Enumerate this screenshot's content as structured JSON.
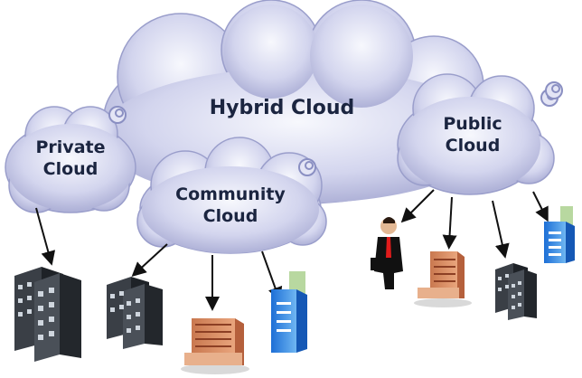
{
  "labels": {
    "hybrid": "Hybrid Cloud",
    "private_l1": "Private",
    "private_l2": "Cloud",
    "community_l1": "Community",
    "community_l2": "Cloud",
    "public_l1": "Public",
    "public_l2": "Cloud"
  },
  "colors": {
    "cloud_light": "#f4f5fc",
    "cloud_dark": "#a9acd3",
    "cloud_edge": "#8a8fc2",
    "text": "#1b2540",
    "arrow": "#111111"
  }
}
